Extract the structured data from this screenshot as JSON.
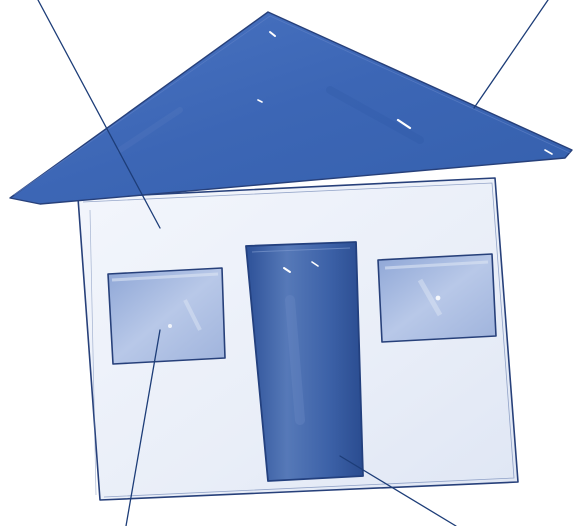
{
  "colors": {
    "background": "#ffffff",
    "roof": "#3e68b7",
    "roof_dark": "#2f55a3",
    "wall": "#eef1f9",
    "wall_shade": "#dde4f3",
    "door": "#4468ad",
    "door_dark": "#274b8f",
    "window": "#a9bce0",
    "window_light": "#cfdbf0",
    "outline": "#27407a",
    "leader_line": "#1d3d78"
  },
  "parts": [
    {
      "name": "roof",
      "icon": "roof-shape"
    },
    {
      "name": "wall",
      "icon": "wall-shape"
    },
    {
      "name": "window-left",
      "icon": "window-shape"
    },
    {
      "name": "window-right",
      "icon": "window-shape"
    },
    {
      "name": "door",
      "icon": "door-shape"
    }
  ],
  "leader_lines": [
    {
      "target": "wall",
      "label": ""
    },
    {
      "target": "roof",
      "label": ""
    },
    {
      "target": "window-left",
      "label": ""
    },
    {
      "target": "door",
      "label": ""
    }
  ]
}
